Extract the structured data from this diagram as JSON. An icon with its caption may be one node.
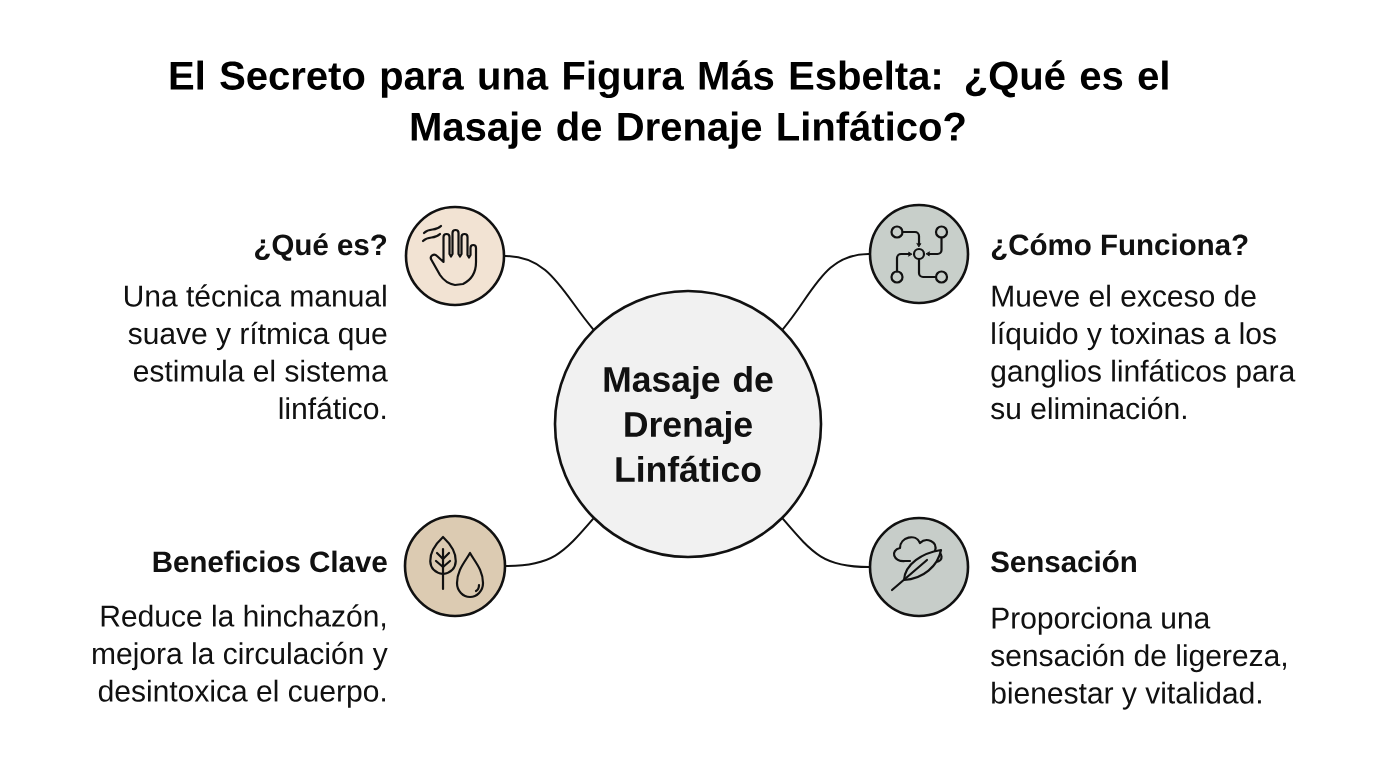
{
  "diagram": {
    "title": "El Secreto para una Figura Más Esbelta: ¿Qué es el Masaje de Drenaje Linfático?",
    "nodes": [
      {
        "text": [
          "Masaje de Drenaje Linfático"
        ]
      },
      {
        "text": [],
        "shape": "circle",
        "beside": [
          "¿Qué es?",
          "Una técnica manual suave y rítmica que estimula el sistema linfático."
        ]
      },
      {
        "text": [],
        "shape": "circle",
        "beside": [
          "¿Cómo Funciona?",
          "Mueve el exceso de líquido y toxinas a los ganglios linfáticos para su eliminación."
        ]
      },
      {
        "text": [],
        "shape": "circle",
        "beside": [
          "Beneficios Clave",
          "Reduce la hinchazón, mejora la circulación y desintoxica el cuerpo."
        ]
      },
      {
        "text": [],
        "shape": "circle",
        "beside": [
          "Sensación",
          "Proporciona una sensación de ligereza, bienestar y vitalidad."
        ]
      }
    ],
    "edges": [
      {
        "from": 0,
        "to": 1,
        "arrow": "none"
      },
      {
        "from": 0,
        "to": 2,
        "arrow": "none"
      },
      {
        "from": 0,
        "to": 3,
        "arrow": "none"
      },
      {
        "from": 0,
        "to": 4,
        "arrow": "none"
      }
    ]
  }
}
